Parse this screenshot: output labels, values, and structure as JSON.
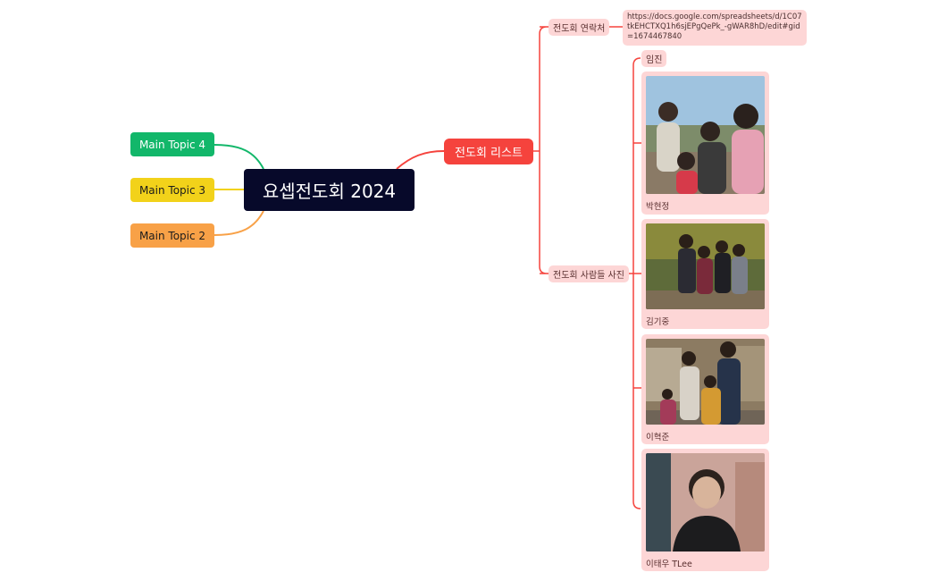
{
  "central_topic": "요셉전도회 2024",
  "main_topics": [
    "Main Topic 4",
    "Main Topic 3",
    "Main Topic 2"
  ],
  "colors": {
    "central": "#07092a",
    "topic4": "#12b76a",
    "topic3": "#f2d21a",
    "topic2": "#f8a147",
    "branch": "#f5433d",
    "subnode": "#fdd6d6"
  },
  "branch": {
    "label": "전도회 리스트",
    "contacts": {
      "label": "전도회 연락처",
      "url": "https://docs.google.com/spreadsheets/d/1C07tkEHCTXQ1h6sjEPgQePk_-gWAR8hD/edit#gid=1674467840"
    },
    "photos": {
      "label": "전도회 사람들 사진",
      "leader": "임진",
      "people": [
        "박현정",
        "김기중",
        "이혁준",
        "이태우 TLee"
      ]
    }
  }
}
